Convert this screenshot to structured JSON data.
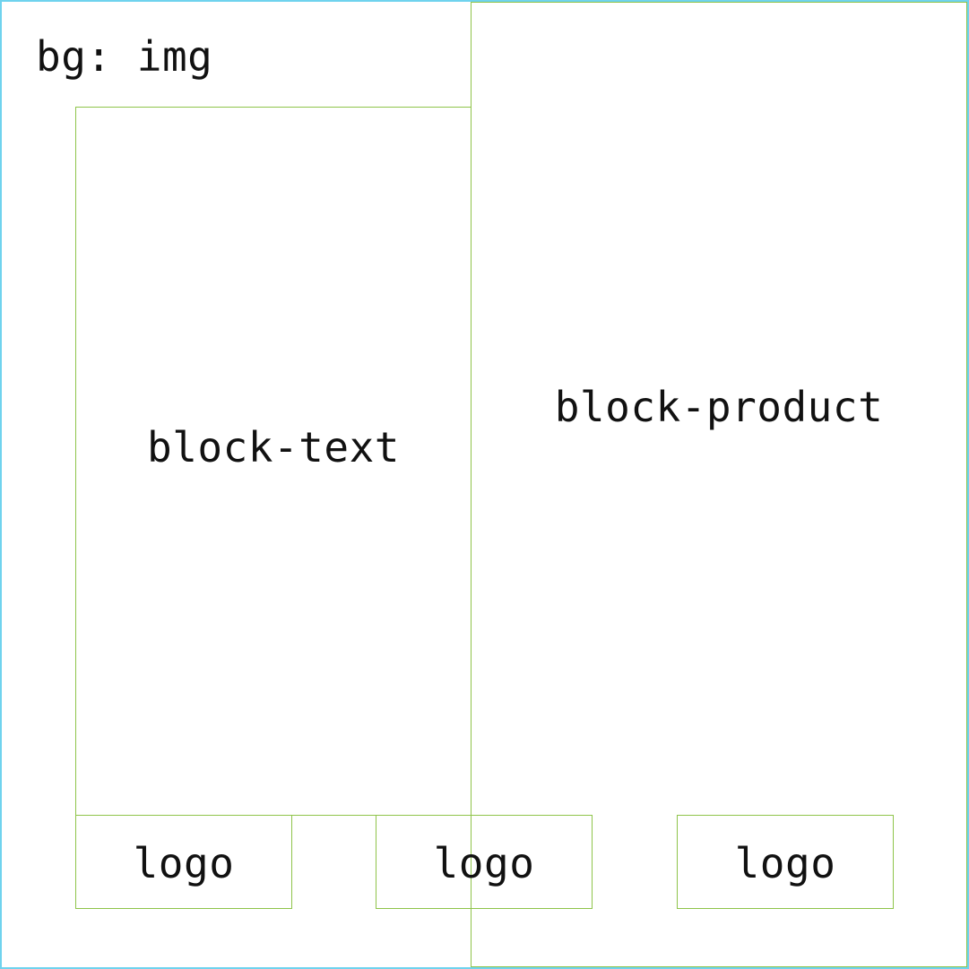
{
  "background": {
    "label": "bg: img",
    "border_color": "#6fd3ee"
  },
  "blocks": {
    "text": {
      "label": "block-text"
    },
    "product": {
      "label": "block-product"
    },
    "border_color": "#8fc44a"
  },
  "logos": [
    {
      "label": "logo"
    },
    {
      "label": "logo"
    },
    {
      "label": "logo"
    }
  ]
}
